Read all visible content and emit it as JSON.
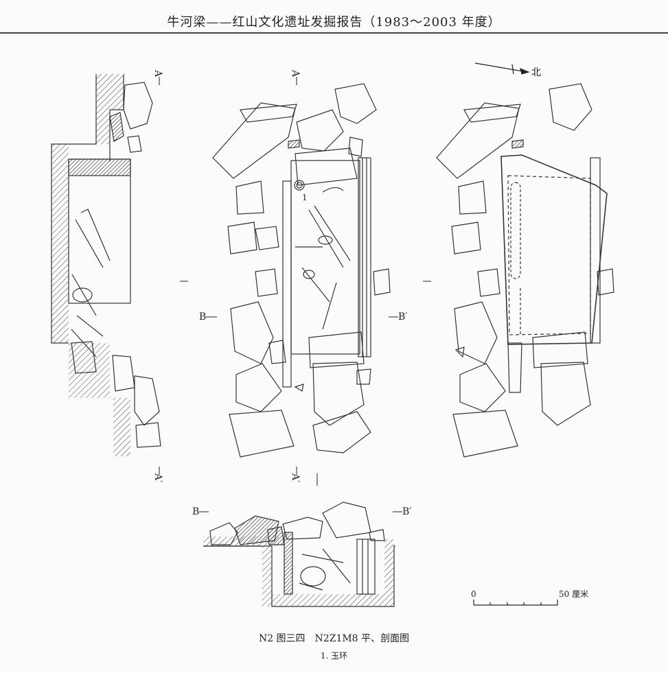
{
  "header": {
    "title": "牛河梁——红山文化遗址发掘报告（1983～2003 年度）"
  },
  "figure": {
    "section_labels": {
      "a_top_left": "A",
      "a_bottom_left": "A′",
      "a_top_mid": "A",
      "a_bottom_mid": "A′",
      "b_mid_left": "B",
      "b_mid_right": "B′",
      "b_section_left": "B",
      "b_section_right": "B′"
    },
    "north_label": "北",
    "item_label_1": "1",
    "scale": {
      "zero": "0",
      "max": "50 厘米"
    }
  },
  "caption": {
    "title": "N2 图三四　N2Z1M8 平、剖面图",
    "legend": "1. 玉环"
  }
}
